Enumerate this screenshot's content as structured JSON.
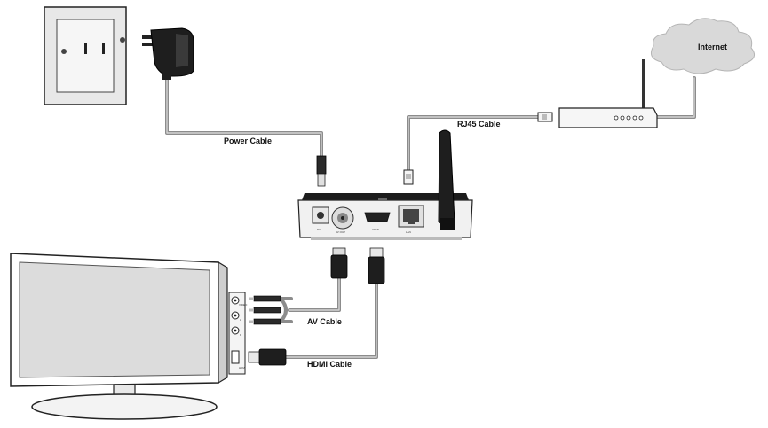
{
  "labels": {
    "power_cable": "Power Cable",
    "rj45_cable": "RJ45 Cable",
    "internet": "Internet",
    "av_cable": "AV Cable",
    "hdmi_cable": "HDMI Cable"
  },
  "box_ports": {
    "dc": "DC",
    "av_out": "AV OUT",
    "hdmi": "HDMI",
    "lan": "LAN"
  },
  "tv_ports": {
    "video": "VIDEO",
    "l": "L",
    "r": "R",
    "hdmi": "HDMI"
  },
  "colors": {
    "cable": "#8c8c8c",
    "tv_screen": "#dcdcdc",
    "wall_plate": "#e6e6e6"
  }
}
